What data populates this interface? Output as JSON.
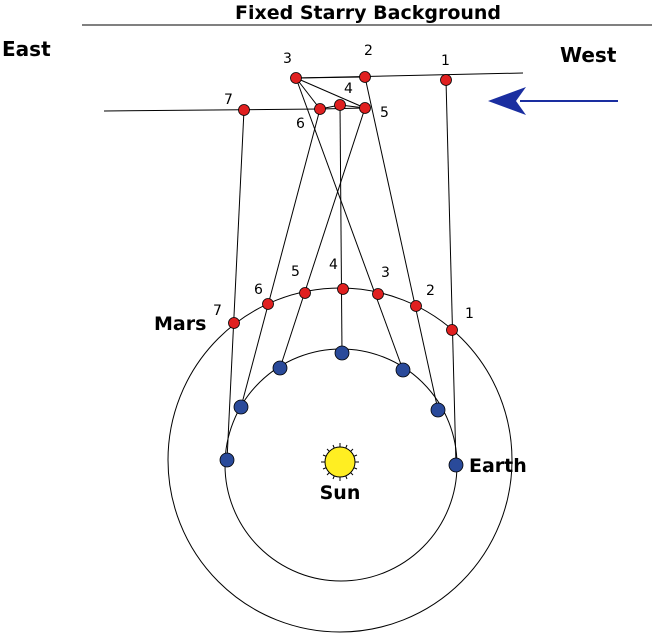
{
  "title": "Fixed Starry Background",
  "east_label": "East",
  "west_label": "West",
  "sun_label": "Sun",
  "earth_label": "Earth",
  "mars_label": "Mars",
  "numbers": [
    "1",
    "2",
    "3",
    "4",
    "5",
    "6",
    "7"
  ],
  "colors": {
    "mars_point": "#e02020",
    "earth_point": "#2a4a9a",
    "sun_fill": "#ffee22",
    "arrow": "#1a2ea0"
  }
}
